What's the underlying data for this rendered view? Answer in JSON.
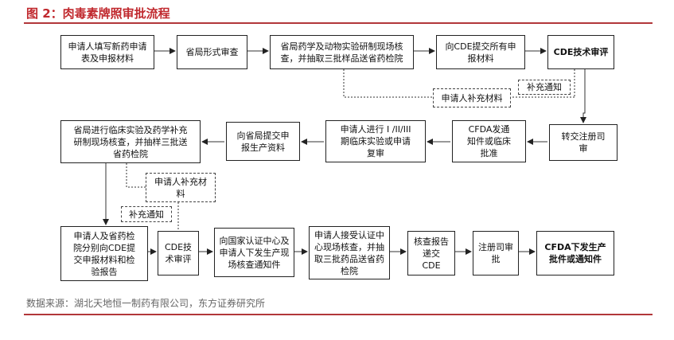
{
  "title": "图 2：肉毒素牌照审批流程",
  "source": "数据来源：湖北天地恒一制药有限公司，东方证券研究所",
  "boxes": {
    "apply": "申请人填写新药申请\n表及申报材料",
    "format_review": "省局形式审查",
    "site_inspect_1": "省局药学及动物实验研制现场核\n查，并抽取三批样品送省药检院",
    "submit_cde": "向CDE提交所有申\n报材料",
    "cde_tech_review_1": "CDE技术审评",
    "supplement_1": "申请人补充材料",
    "notice_1": "补充通知",
    "transfer_registry": "转交注册司\n审",
    "cfda_notice_1": "CFDA发通\n知件或临床\n批准",
    "clinical_trials": "申请人进行 I /II/III\n期临床实验或申请\n复审",
    "submit_production": "向省局提交申\n报生产资料",
    "site_inspect_2": "省局进行临床实验及药学补充\n研制现场核查，并抽样三批送\n省药检院",
    "supplement_2": "申请人补充材\n料",
    "notice_2": "补充通知",
    "submit_reports": "申请人及省药检\n院分别向CDE提\n交申报材料和检\n验报告",
    "cde_tech_review_2": "CDE技\n术审评",
    "notify_cert_center": "向国家认证中心及\n申请人下发生产现\n场核查通知件",
    "cert_inspection": "申请人接受认证中\n心现场核查，并抽\n取三批药品送省药\n检院",
    "submit_report_cde": "核查报告\n递交\nCDE",
    "registry_approval": "注册司审\n批",
    "cfda_final": "CFDA下发生产\n批件或通知件"
  }
}
